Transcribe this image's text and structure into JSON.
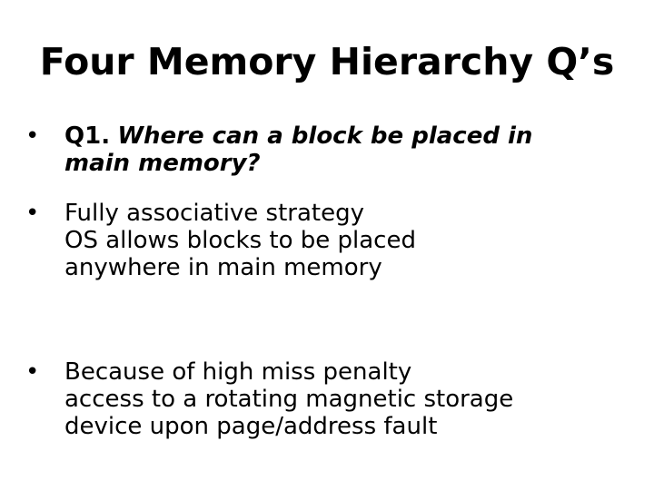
{
  "slide": {
    "title": "Four Memory Hierarchy Q’s",
    "bullet_glyph": "•",
    "bullets": [
      {
        "lead": "Q1.",
        "question_line1": "Where can a block be placed in",
        "question_line2": "main memory?"
      },
      {
        "heading": "Fully associative strategy",
        "detail_line1": "OS allows blocks to be placed",
        "detail_line2": "anywhere in main memory"
      },
      {
        "heading": "Because of high miss penalty",
        "detail_line1": "access to a rotating magnetic storage",
        "detail_line2": "device upon page/address fault"
      }
    ]
  }
}
